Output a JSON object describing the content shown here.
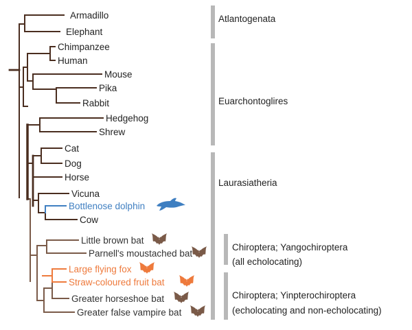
{
  "colors": {
    "branch": "#4a2d1f",
    "bat_yango": "#7a5a48",
    "bat_yinpt": "#ee7a3c",
    "dolphin": "#3f7fc1",
    "text": "#222222",
    "bracket": "#b8b8b8"
  },
  "taxa": [
    {
      "label": "Armadillo",
      "group": "branch"
    },
    {
      "label": "Elephant",
      "group": "branch"
    },
    {
      "label": "Chimpanzee",
      "group": "branch"
    },
    {
      "label": "Human",
      "group": "branch"
    },
    {
      "label": "Mouse",
      "group": "branch"
    },
    {
      "label": "Pika",
      "group": "branch"
    },
    {
      "label": "Rabbit",
      "group": "branch"
    },
    {
      "label": "Hedgehog",
      "group": "branch"
    },
    {
      "label": "Shrew",
      "group": "branch"
    },
    {
      "label": "Cat",
      "group": "branch"
    },
    {
      "label": "Dog",
      "group": "branch"
    },
    {
      "label": "Horse",
      "group": "branch"
    },
    {
      "label": "Vicuna",
      "group": "branch"
    },
    {
      "label": "Bottlenose dolphin",
      "group": "dolphin",
      "icon": "dolphin-icon"
    },
    {
      "label": "Cow",
      "group": "branch"
    },
    {
      "label": "Little brown bat",
      "group": "bat_yango",
      "icon": "bat-icon"
    },
    {
      "label": "Parnell's moustached bat",
      "group": "bat_yango",
      "icon": "bat-icon"
    },
    {
      "label": "Large flying fox",
      "group": "bat_yinpt",
      "icon": "bat-icon"
    },
    {
      "label": "Straw-coloured fruit bat",
      "group": "bat_yinpt",
      "icon": "bat-icon"
    },
    {
      "label": "Greater horseshoe bat",
      "group": "bat_yango",
      "icon": "bat-icon"
    },
    {
      "label": "Greater false vampire bat",
      "group": "bat_yango",
      "icon": "bat-icon"
    }
  ],
  "clades": [
    {
      "lines": [
        "Atlantogenata"
      ]
    },
    {
      "lines": [
        "Euarchontoglires"
      ]
    },
    {
      "lines": [
        "Laurasiatheria"
      ]
    },
    {
      "lines": [
        "Chiroptera; Yangochiroptera",
        "(all echolocating)"
      ]
    },
    {
      "lines": [
        "Chiroptera; Yinpterochiroptera",
        "(echolocating and non-echolocating)"
      ]
    }
  ]
}
